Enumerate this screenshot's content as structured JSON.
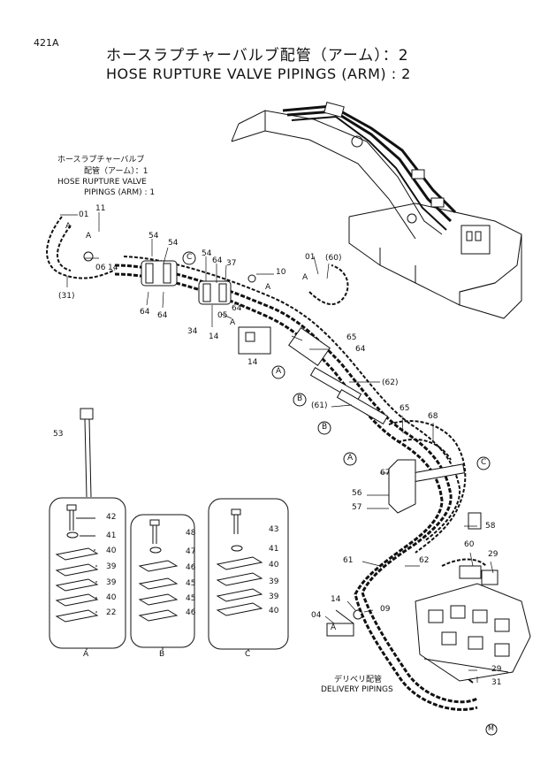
{
  "page_code": "421A",
  "title_jp": "ホースラプチャーバルブ配管（アーム）：2",
  "title_en": "HOSE  RUPTURE  VALVE  PIPINGS  (ARM)  :  2",
  "reference": {
    "jp_line1": "ホースラプチャーバルブ",
    "jp_line2": "配管（アーム）：1",
    "en_line1": "HOSE  RUPTURE  VALVE",
    "en_line2": "PIPINGS (ARM)  :  1"
  },
  "delivery": {
    "jp": "デリベリ配管",
    "en": "DELIVERY  PIPINGS"
  },
  "views": {
    "a": "A",
    "b": "B",
    "c": "C"
  },
  "mark": "M",
  "parts": {
    "p01a": "01",
    "p11": "11",
    "pA1": "A",
    "pA2": "A",
    "p06": "06",
    "p14a": "14",
    "p31": "(31)",
    "p54a": "54",
    "p54b": "54",
    "p64a": "64",
    "p64b": "64",
    "p54c": "54",
    "p64c": "64",
    "p37": "37",
    "p10": "10",
    "pA3": "A",
    "p01b": "01",
    "p60": "(60)",
    "pA4": "A",
    "p64d": "64",
    "p05": "05",
    "pA5": "A",
    "p34": "34",
    "p14b": "14",
    "p14c": "14",
    "p65a": "65",
    "p64e": "64",
    "p62a": "(62)",
    "p61a": "(61)",
    "p65b": "65",
    "p68": "68",
    "p53": "53",
    "p67": "67",
    "p56": "56",
    "p57": "57",
    "p58": "58",
    "p60b": "60",
    "p29a": "29",
    "p61b": "61",
    "p62b": "62",
    "p14d": "14",
    "p09": "09",
    "p04": "04",
    "pA6": "A",
    "p29b": "29",
    "p31b": "31",
    "a42": "42",
    "a41": "41",
    "a40": "40",
    "a39a": "39",
    "a39b": "39",
    "a40b": "40",
    "a22": "22",
    "b48": "48",
    "b47": "47",
    "b46": "46",
    "b45a": "45",
    "b45b": "45",
    "b46b": "46",
    "c43": "43",
    "c41": "41",
    "c40": "40",
    "c39a": "39",
    "c39b": "39",
    "c40b": "40"
  },
  "callouts": {
    "c1": "C",
    "c2": "C",
    "a1": "A",
    "a2": "A",
    "b1": "B",
    "b2": "B"
  }
}
